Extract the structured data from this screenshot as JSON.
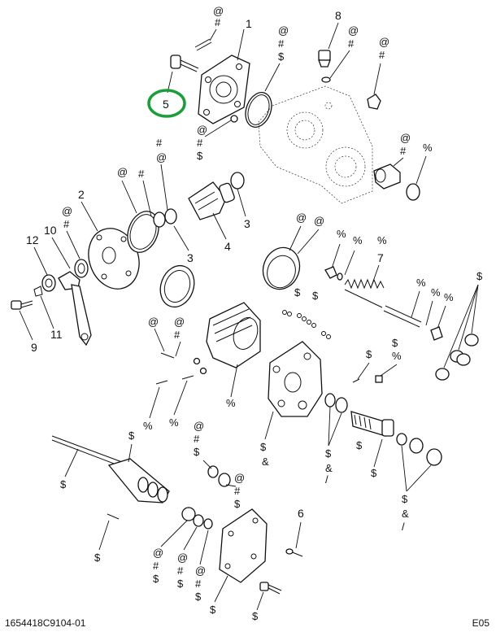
{
  "callouts": {
    "c1": "1",
    "c2": "2",
    "c3a": "3",
    "c3b": "3",
    "c4": "4",
    "c5": "5",
    "c6": "6",
    "c7": "7",
    "c8": "8",
    "c9": "9",
    "c10": "10",
    "c11": "11",
    "c12": "12"
  },
  "symbols": {
    "at": "@",
    "hash": "#",
    "dollar": "$",
    "percent": "%",
    "amp": "&",
    "slash": "/"
  },
  "highlight_color": "#1a9e3a",
  "footer": {
    "code": "1654418C9104-01",
    "page": "E05"
  }
}
